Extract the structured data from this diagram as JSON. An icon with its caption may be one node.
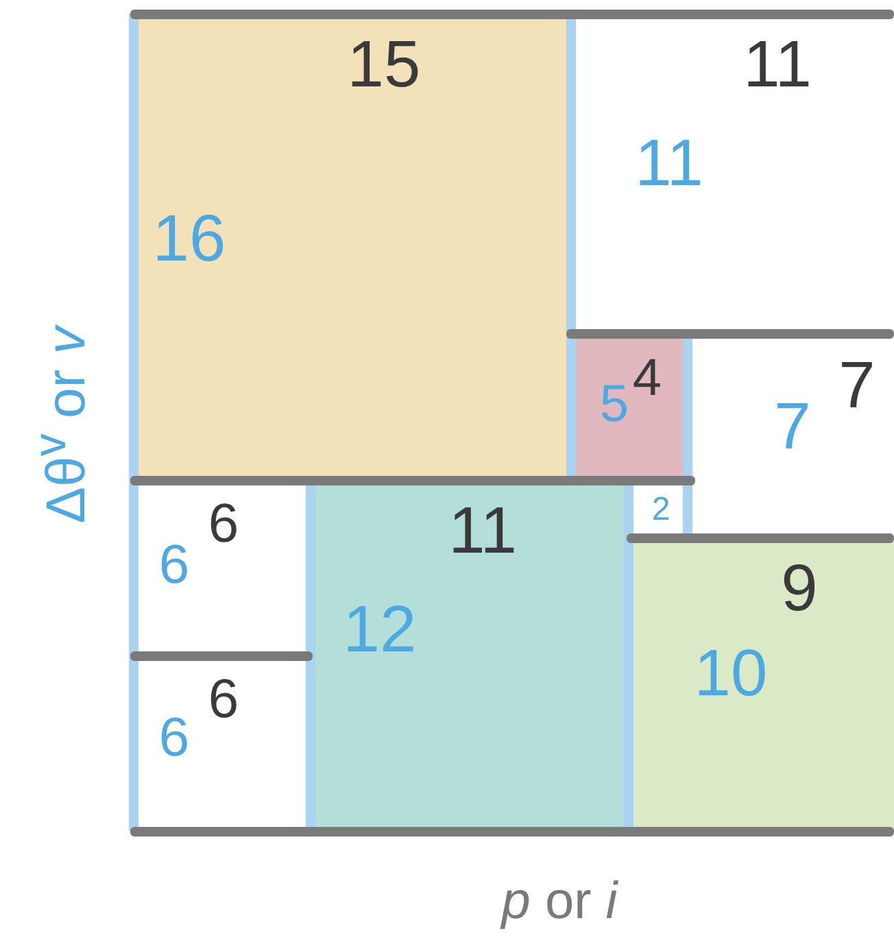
{
  "diagram": {
    "nodes": [
      {
        "text": [
          "15",
          "16"
        ]
      },
      {
        "text": [
          "11",
          "11"
        ]
      },
      {
        "text": [
          "4",
          "5"
        ]
      },
      {
        "text": [
          "7",
          "7"
        ]
      },
      {
        "text": [
          "2"
        ]
      },
      {
        "text": [
          "6",
          "6"
        ]
      },
      {
        "text": [
          "6",
          "6"
        ]
      },
      {
        "text": [
          "11",
          "12"
        ]
      },
      {
        "text": [
          "9",
          "10"
        ]
      }
    ],
    "labels": [
      "Δθ$^{v}$ or *v*",
      "*p* or *i*"
    ]
  }
}
